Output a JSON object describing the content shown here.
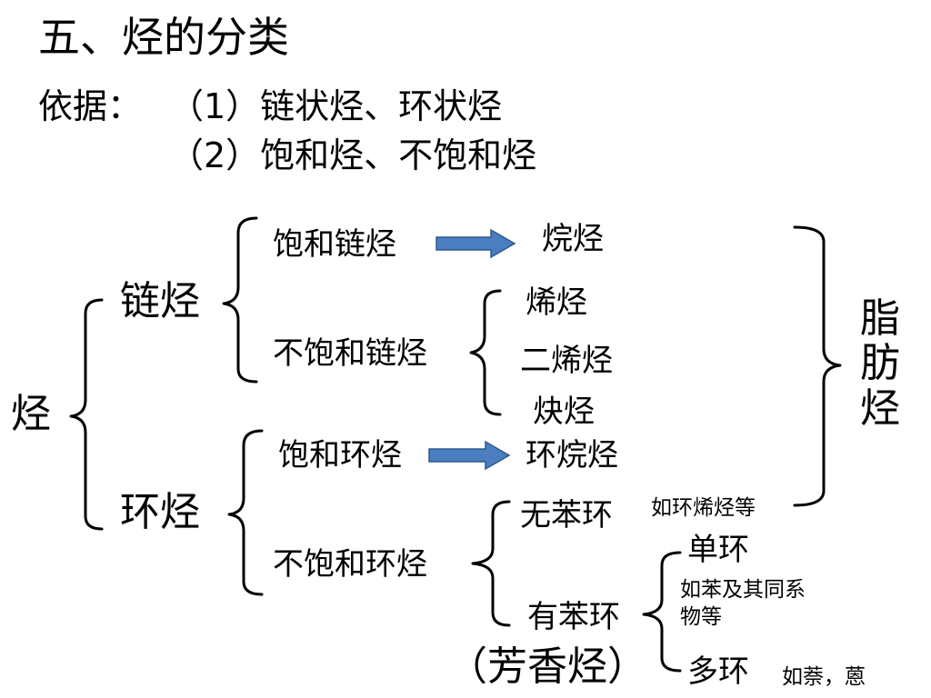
{
  "title": "五、烃的分类",
  "basis": {
    "label": "依据：",
    "item1": "（1）链状烃、环状烃",
    "item2": "（2）饱和烃、不饱和烃"
  },
  "tree": {
    "root": "烃",
    "chain": "链烃",
    "ring": "环烃",
    "saturated_chain": "饱和链烃",
    "alkane": "烷烃",
    "unsaturated_chain": "不饱和链烃",
    "alkene": "烯烃",
    "diene": "二烯烃",
    "alkyne": "炔烃",
    "saturated_ring": "饱和环烃",
    "cycloalkane": "环烷烃",
    "unsaturated_ring": "不饱和环烃",
    "no_benzene": "无苯环",
    "no_benzene_note": "如环烯烃等",
    "has_benzene": "有苯环",
    "aromatic": "（芳香烃）",
    "single_ring": "单环",
    "single_ring_note_1": "如苯及其同系",
    "single_ring_note_2": "物等",
    "multi_ring": "多环",
    "multi_ring_note": "如萘，蒽",
    "aliphatic": [
      "脂",
      "肪",
      "烃"
    ]
  }
}
